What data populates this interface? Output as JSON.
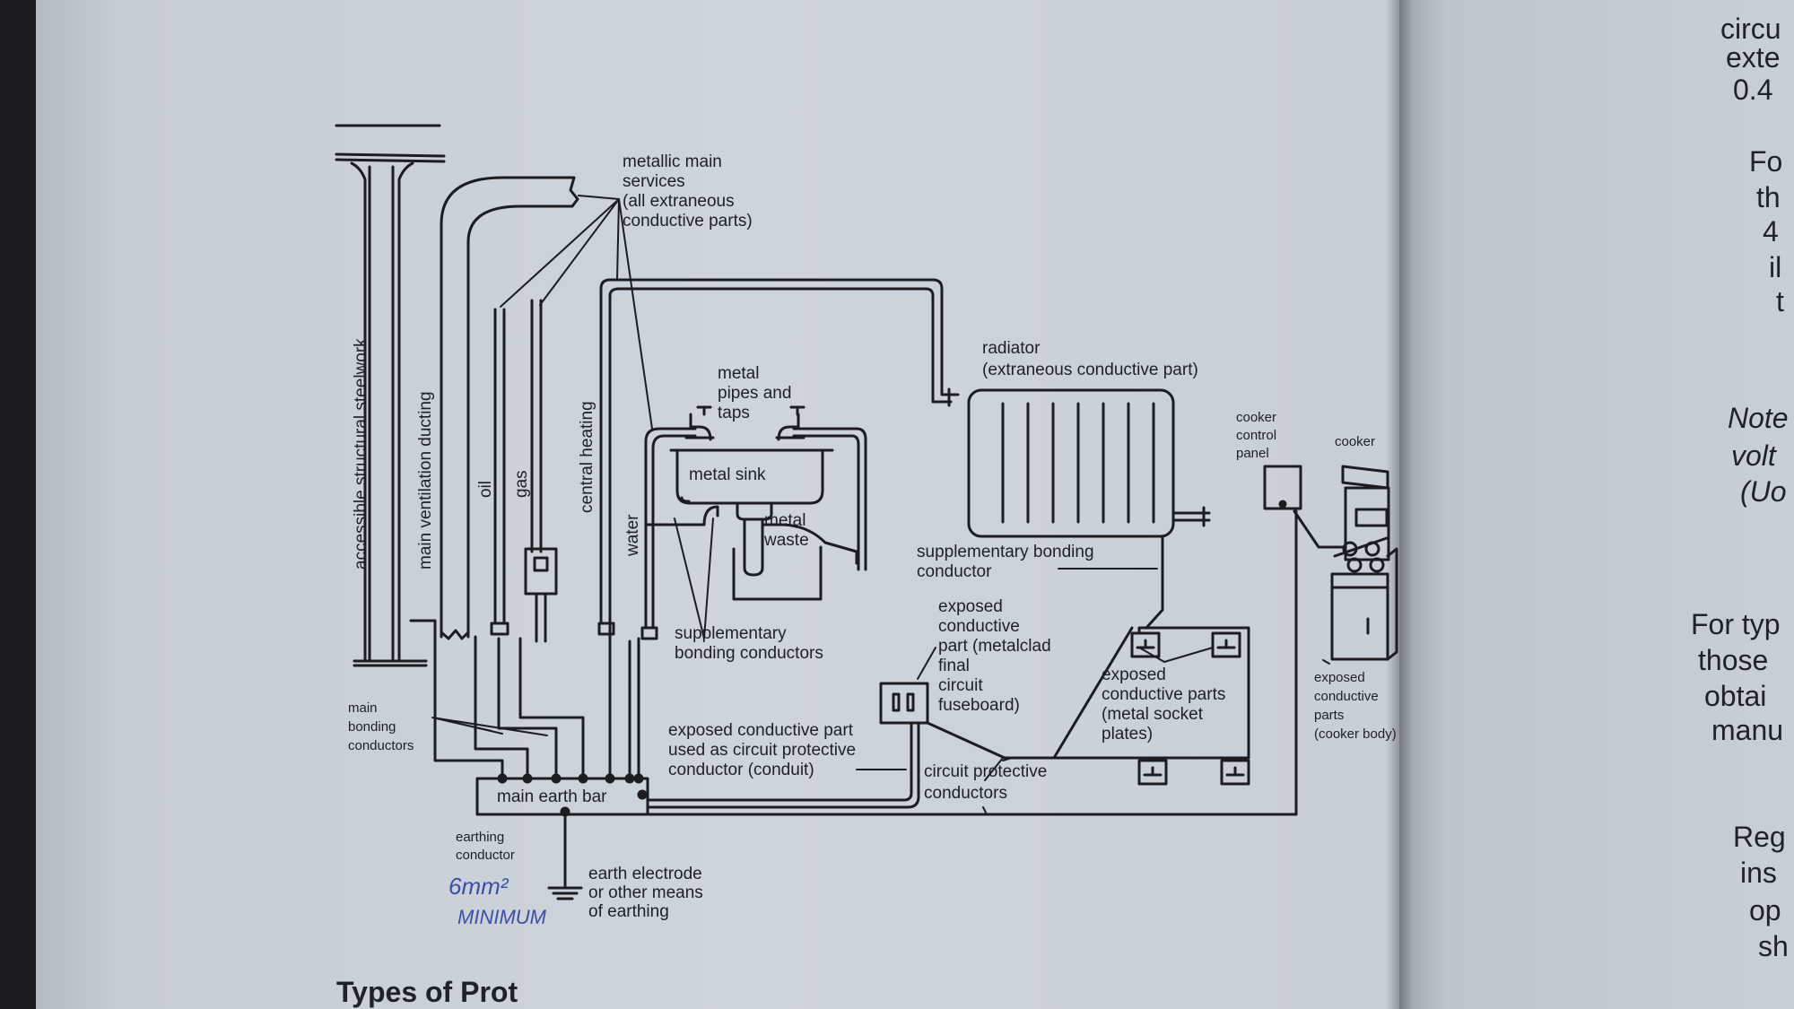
{
  "diagram": {
    "labels": {
      "metallic_services": [
        "metallic main",
        "services",
        "(all extraneous",
        "conductive parts)"
      ],
      "steelwork": "accessible structural steelwork",
      "ventilation": "main ventilation ducting",
      "oil": "oil",
      "gas": "gas",
      "central_heating": "central heating",
      "water": "water",
      "pipes_taps": [
        "metal",
        "pipes and",
        "taps"
      ],
      "sink": "metal sink",
      "waste": [
        "metal",
        "waste"
      ],
      "radiator": [
        "radiator",
        "(extraneous conductive part)"
      ],
      "cooker_panel": [
        "cooker",
        "control",
        "panel"
      ],
      "cooker": "cooker",
      "supp_bonding": [
        "supplementary bonding",
        "conductor"
      ],
      "supp_bonding_conductors": [
        "supplementary",
        "bonding conductors"
      ],
      "fuseboard": [
        "exposed",
        "conductive",
        "part (metalclad",
        "final",
        "circuit",
        "fuseboard)"
      ],
      "socket_plates": [
        "exposed",
        "conductive parts",
        "(metal socket",
        "plates)"
      ],
      "cooker_body": [
        "exposed",
        "conductive",
        "parts",
        "(cooker body)"
      ],
      "main_bonding": [
        "main",
        "bonding",
        "conductors"
      ],
      "conduit": [
        "exposed conductive part",
        "used as circuit protective",
        "conductor (conduit)"
      ],
      "cpc": [
        "circuit protective",
        "conductors"
      ],
      "earth_bar": "main earth bar",
      "earthing_conductor": [
        "earthing",
        "conductor"
      ],
      "earth_electrode": [
        "earth electrode",
        "or other means",
        "of earthing"
      ],
      "handwritten": [
        "6mm²",
        "MINIMUM"
      ]
    }
  },
  "right_page": {
    "lines": [
      "circu",
      "exte",
      "0.4",
      "Fo",
      "th",
      "4",
      "il",
      "t",
      "Note",
      "volt",
      "(Uo",
      "For typ",
      "those",
      "obtai",
      "manu",
      "Reg",
      "ins",
      "op",
      "sh"
    ]
  },
  "bottom_heading": "Types of Prot"
}
